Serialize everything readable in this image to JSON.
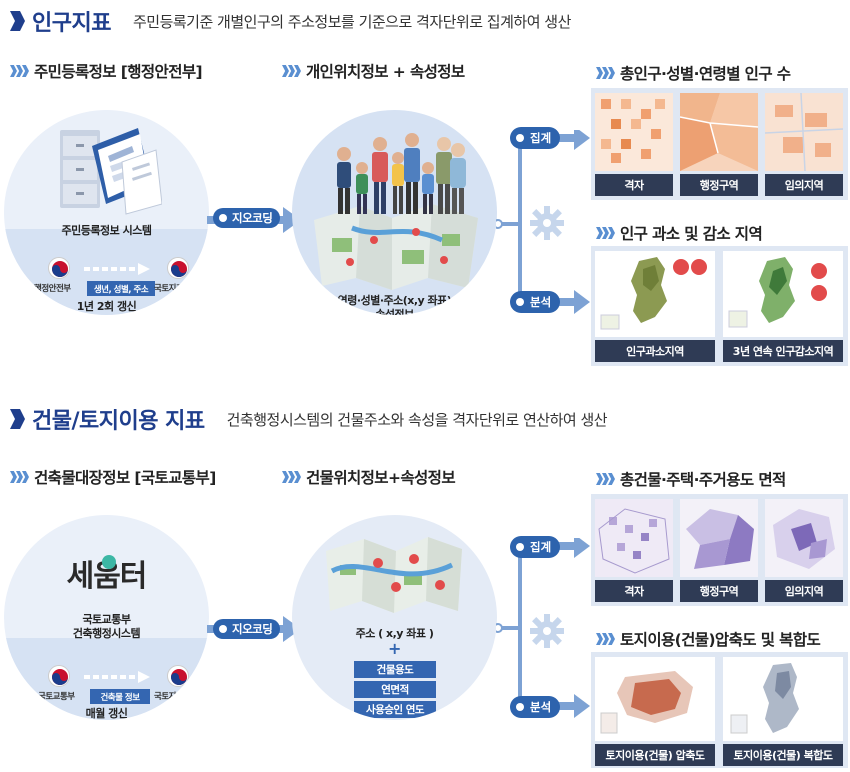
{
  "population": {
    "title": "인구지표",
    "description": "주민등록기준 개별인구의 주소정보를 기준으로 격자단위로 집계하여 생산",
    "source_title": "주민등록정보 [행정안전부]",
    "source_system": "주민등록정보 시스템",
    "agency_from": "행정안전부",
    "transfer_tag": "생년, 성별, 주소",
    "agency_to": "국토지리정보원",
    "update_cycle": "1년 2회 갱신",
    "geocoding": "지오코딩",
    "location_title": "개인위치정보 + 속성정보",
    "location_line1": "연령·성별·주소(x,y 좌표)",
    "location_line2": "속성정보",
    "aggregate_label": "집계",
    "analysis_label": "분석",
    "result1_title": "총인구·성별·연령별 인구 수",
    "result1_items": [
      "격자",
      "행정구역",
      "임의지역"
    ],
    "result2_title": "인구 과소 및 감소 지역",
    "result2_items": [
      "인구과소지역",
      "3년 연속 인구감소지역"
    ]
  },
  "building": {
    "title": "건물/토지이용 지표",
    "description": "건축행정시스템의 건물주소와 속성을 격자단위로 연산하여 생산",
    "source_title": "건축물대장정보 [국토교통부]",
    "logo_text": "세움터",
    "source_system_line1": "국토교통부",
    "source_system_line2": "건축행정시스템",
    "agency_from": "국토교통부",
    "transfer_tag": "건축물 정보",
    "agency_to": "국토지리정보원",
    "update_cycle": "매월 갱신",
    "geocoding": "지오코딩",
    "location_title": "건물위치정보+속성정보",
    "location_line1": "주소 ( x,y 좌표 )",
    "plus": "+",
    "attributes": [
      "건물용도",
      "연면적",
      "사용승인 연도"
    ],
    "aggregate_label": "집계",
    "analysis_label": "분석",
    "result1_title": "총건물·주택·주거용도 면적",
    "result1_items": [
      "격자",
      "행정구역",
      "임의지역"
    ],
    "result2_title": "토지이용(건물)압축도 및 복합도",
    "result2_items": [
      "토지이용(건물) 압축도",
      "토지이용(건물) 복합도"
    ]
  },
  "colors": {
    "header_blue": "#1f3e8c",
    "pill_blue": "#2d63ad",
    "label_dark": "#2f3b55",
    "panel_bg": "#dfe7f3"
  }
}
